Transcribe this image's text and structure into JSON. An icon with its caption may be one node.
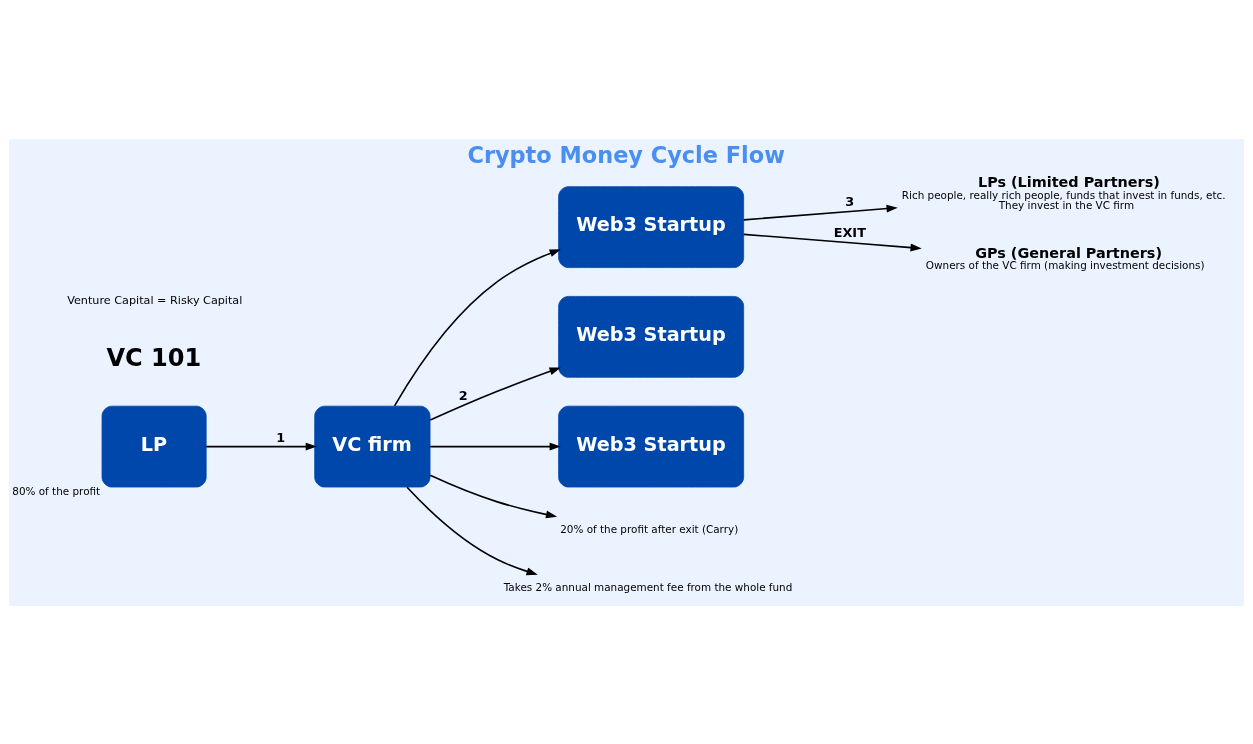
{
  "diagram": {
    "title": "Crypto Money Cycle Flow",
    "nodes": [
      {
        "text": [
          "LPs (Limited Partners)",
          "Rich people, really rich people, funds that invest in funds, etc.",
          "They invest in the VC firm"
        ]
      },
      {
        "text": [
          "GPs (General Partners)",
          "Owners of the VC firm (making investment decisions)"
        ]
      },
      {
        "text": [
          "Web3 Startup"
        ]
      },
      {
        "text": [
          "LP"
        ],
        "beside": [
          "80% of the profit"
        ]
      },
      {
        "text": [
          "VC firm"
        ]
      },
      {
        "text": [
          "Web3 Startup"
        ]
      },
      {
        "text": [
          "Web3 Startup"
        ]
      },
      {
        "text": [
          "20% of the profit after exit (Carry)"
        ]
      },
      {
        "text": [
          "Takes 2% annual management fee from the whole fund"
        ]
      }
    ],
    "edges": [
      {
        "from": 2,
        "to": 0,
        "arrow": "to",
        "label": "3"
      },
      {
        "from": 2,
        "to": 1,
        "arrow": "to",
        "label": "EXIT"
      },
      {
        "from": 3,
        "to": 4,
        "arrow": "to",
        "label": "1"
      },
      {
        "from": 4,
        "to": 2,
        "arrow": "to"
      },
      {
        "from": 4,
        "to": 5,
        "arrow": "to",
        "label": "2"
      },
      {
        "from": 4,
        "to": 6,
        "arrow": "to"
      },
      {
        "from": 4,
        "to": 7,
        "arrow": "to"
      },
      {
        "from": 4,
        "to": 8,
        "arrow": "to"
      }
    ],
    "labels": [
      "VC 101",
      "Venture Capital = Risky Capital"
    ]
  }
}
